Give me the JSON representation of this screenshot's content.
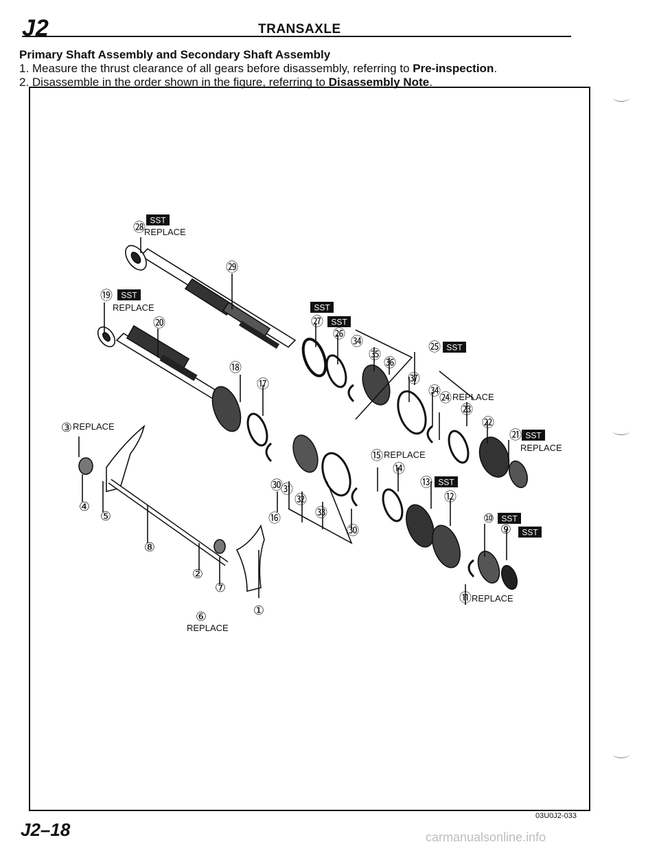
{
  "header": {
    "section_code": "J2",
    "section_title": "TRANSAXLE"
  },
  "heading": "Primary Shaft Assembly and Secondary Shaft Assembly",
  "steps": [
    {
      "prefix": "1. Measure the thrust clearance of all gears before disassembly, referring to ",
      "emphasis": "Pre-inspection",
      "suffix": "."
    },
    {
      "prefix": "2. Disassemble in the order shown in the figure, referring to ",
      "emphasis": "Disassembly Note",
      "suffix": "."
    }
  ],
  "figure": {
    "id": "03U0J2-033",
    "sst_text": "SST",
    "replace_text": "REPLACE",
    "callouts": {
      "c1": "①",
      "c2": "②",
      "c3": "③",
      "c4": "④",
      "c5": "⑤",
      "c6": "⑥",
      "c7": "⑦",
      "c8": "⑧",
      "c9": "⑨",
      "c10": "⑩",
      "c11": "⑪",
      "c12": "⑫",
      "c13": "⑬",
      "c14": "⑭",
      "c15": "⑮",
      "c16": "⑯",
      "c17": "⑰",
      "c18": "⑱",
      "c19": "⑲",
      "c20": "⑳",
      "c21": "㉑",
      "c22": "㉒",
      "c23": "㉓",
      "c24": "㉔",
      "c25": "㉕",
      "c26": "㉖",
      "c27": "㉗",
      "c28": "㉘",
      "c29": "㉙",
      "c30": "㉚",
      "c31": "㉛",
      "c32": "㉜",
      "c33": "㉝",
      "c34": "㉞",
      "c35": "㉟",
      "c36": "㊱",
      "c37": "㊲"
    }
  },
  "footer": {
    "page": "J2–18",
    "watermark": "carmanualsonline.info"
  }
}
